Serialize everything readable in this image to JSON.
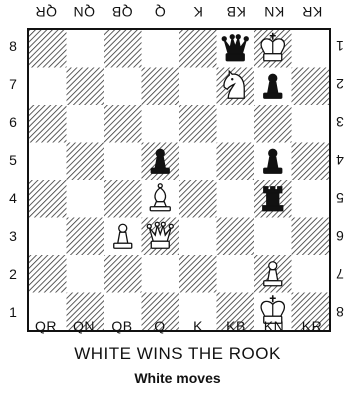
{
  "diagram": {
    "files_bottom": [
      "QR",
      "QN",
      "QB",
      "Q",
      "K",
      "KB",
      "KN",
      "KR"
    ],
    "files_top": [
      "QR",
      "QN",
      "QB",
      "Q",
      "K",
      "KB",
      "KN",
      "KR"
    ],
    "ranks_left": [
      "8",
      "7",
      "6",
      "5",
      "4",
      "3",
      "2",
      "1"
    ],
    "ranks_right": [
      "1",
      "2",
      "3",
      "4",
      "5",
      "6",
      "7",
      "8"
    ],
    "pieces": [
      {
        "square": "f8",
        "piece": "queen",
        "color": "black"
      },
      {
        "square": "g8",
        "piece": "king",
        "color": "white"
      },
      {
        "square": "f7",
        "piece": "knight",
        "color": "white"
      },
      {
        "square": "g7",
        "piece": "pawn",
        "color": "black"
      },
      {
        "square": "d5",
        "piece": "pawn",
        "color": "black"
      },
      {
        "square": "g5",
        "piece": "pawn",
        "color": "black"
      },
      {
        "square": "d4",
        "piece": "bishop",
        "color": "white"
      },
      {
        "square": "g4",
        "piece": "rook",
        "color": "black"
      },
      {
        "square": "c3",
        "piece": "pawn",
        "color": "white"
      },
      {
        "square": "d3",
        "piece": "queen",
        "color": "white"
      },
      {
        "square": "g2",
        "piece": "pawn",
        "color": "white"
      },
      {
        "square": "g1",
        "piece": "king",
        "color": "white"
      }
    ]
  },
  "caption": "WHITE WINS THE ROOK",
  "subcaption": "White moves",
  "colors": {
    "light_square": "#ffffff",
    "dark_square_hatch": "#333333",
    "ink": "#111111"
  }
}
